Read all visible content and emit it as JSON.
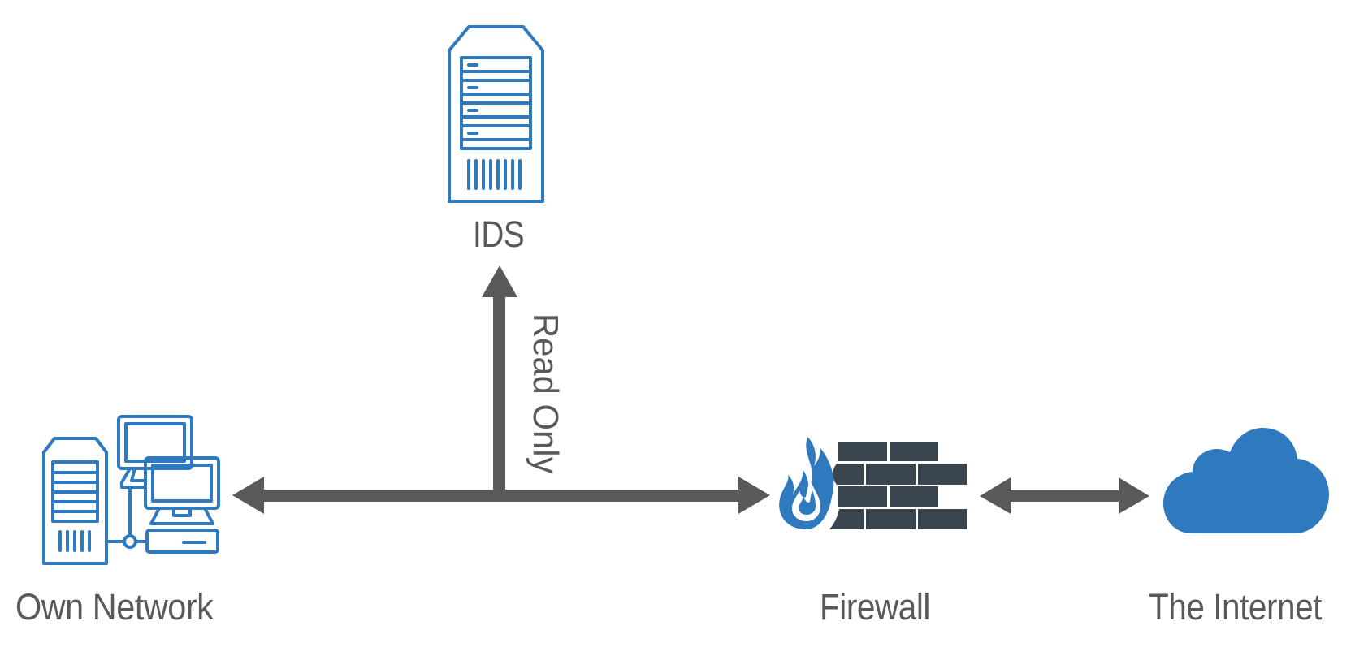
{
  "diagram": {
    "title": "IDS network placement",
    "colors": {
      "icon_blue": "#2f7abf",
      "brick": "#3b4550",
      "arrow": "#595959",
      "label": "#595959"
    },
    "nodes": [
      {
        "id": "ids",
        "label": "IDS",
        "icon": "server-icon"
      },
      {
        "id": "own_network",
        "label": "Own Network",
        "icon": "network-computers-icon"
      },
      {
        "id": "firewall",
        "label": "Firewall",
        "icon": "firewall-icon"
      },
      {
        "id": "internet",
        "label": "The Internet",
        "icon": "cloud-icon"
      }
    ],
    "edges": [
      {
        "from": "own_network",
        "to": "firewall",
        "direction": "bidirectional"
      },
      {
        "from": "own_network-firewall-link",
        "to": "ids",
        "direction": "one-way",
        "label": "Read Only"
      },
      {
        "from": "firewall",
        "to": "internet",
        "direction": "bidirectional"
      }
    ]
  },
  "labels": {
    "ids": "IDS",
    "own_network": "Own Network",
    "firewall": "Firewall",
    "internet": "The Internet",
    "read_only": "Read Only"
  }
}
